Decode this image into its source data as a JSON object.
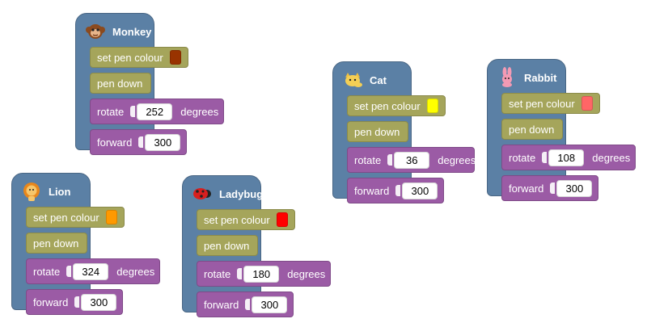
{
  "sprites": [
    {
      "name": "Monkey",
      "icon": "monkey-icon",
      "pen_label": "set pen colour",
      "pen_color": "#993300",
      "pen_down_label": "pen down",
      "rotate_label": "rotate",
      "rotate_value": "252",
      "degrees_label": "degrees",
      "forward_label": "forward",
      "forward_value": "300"
    },
    {
      "name": "Cat",
      "icon": "cat-icon",
      "pen_label": "set pen colour",
      "pen_color": "#ffff00",
      "pen_down_label": "pen down",
      "rotate_label": "rotate",
      "rotate_value": "36",
      "degrees_label": "degrees",
      "forward_label": "forward",
      "forward_value": "300"
    },
    {
      "name": "Rabbit",
      "icon": "rabbit-icon",
      "pen_label": "set pen colour",
      "pen_color": "#ff6666",
      "pen_down_label": "pen down",
      "rotate_label": "rotate",
      "rotate_value": "108",
      "degrees_label": "degrees",
      "forward_label": "forward",
      "forward_value": "300"
    },
    {
      "name": "Lion",
      "icon": "lion-icon",
      "pen_label": "set pen colour",
      "pen_color": "#ff9900",
      "pen_down_label": "pen down",
      "rotate_label": "rotate",
      "rotate_value": "324",
      "degrees_label": "degrees",
      "forward_label": "forward",
      "forward_value": "300"
    },
    {
      "name": "Ladybug",
      "icon": "ladybug-icon",
      "pen_label": "set pen colour",
      "pen_color": "#ff0000",
      "pen_down_label": "pen down",
      "rotate_label": "rotate",
      "rotate_value": "180",
      "degrees_label": "degrees",
      "forward_label": "forward",
      "forward_value": "300"
    }
  ],
  "colors": {
    "hat_block": "#5b80a5",
    "pen_block": "#a5a55b",
    "motion_block": "#9b5ba5"
  }
}
